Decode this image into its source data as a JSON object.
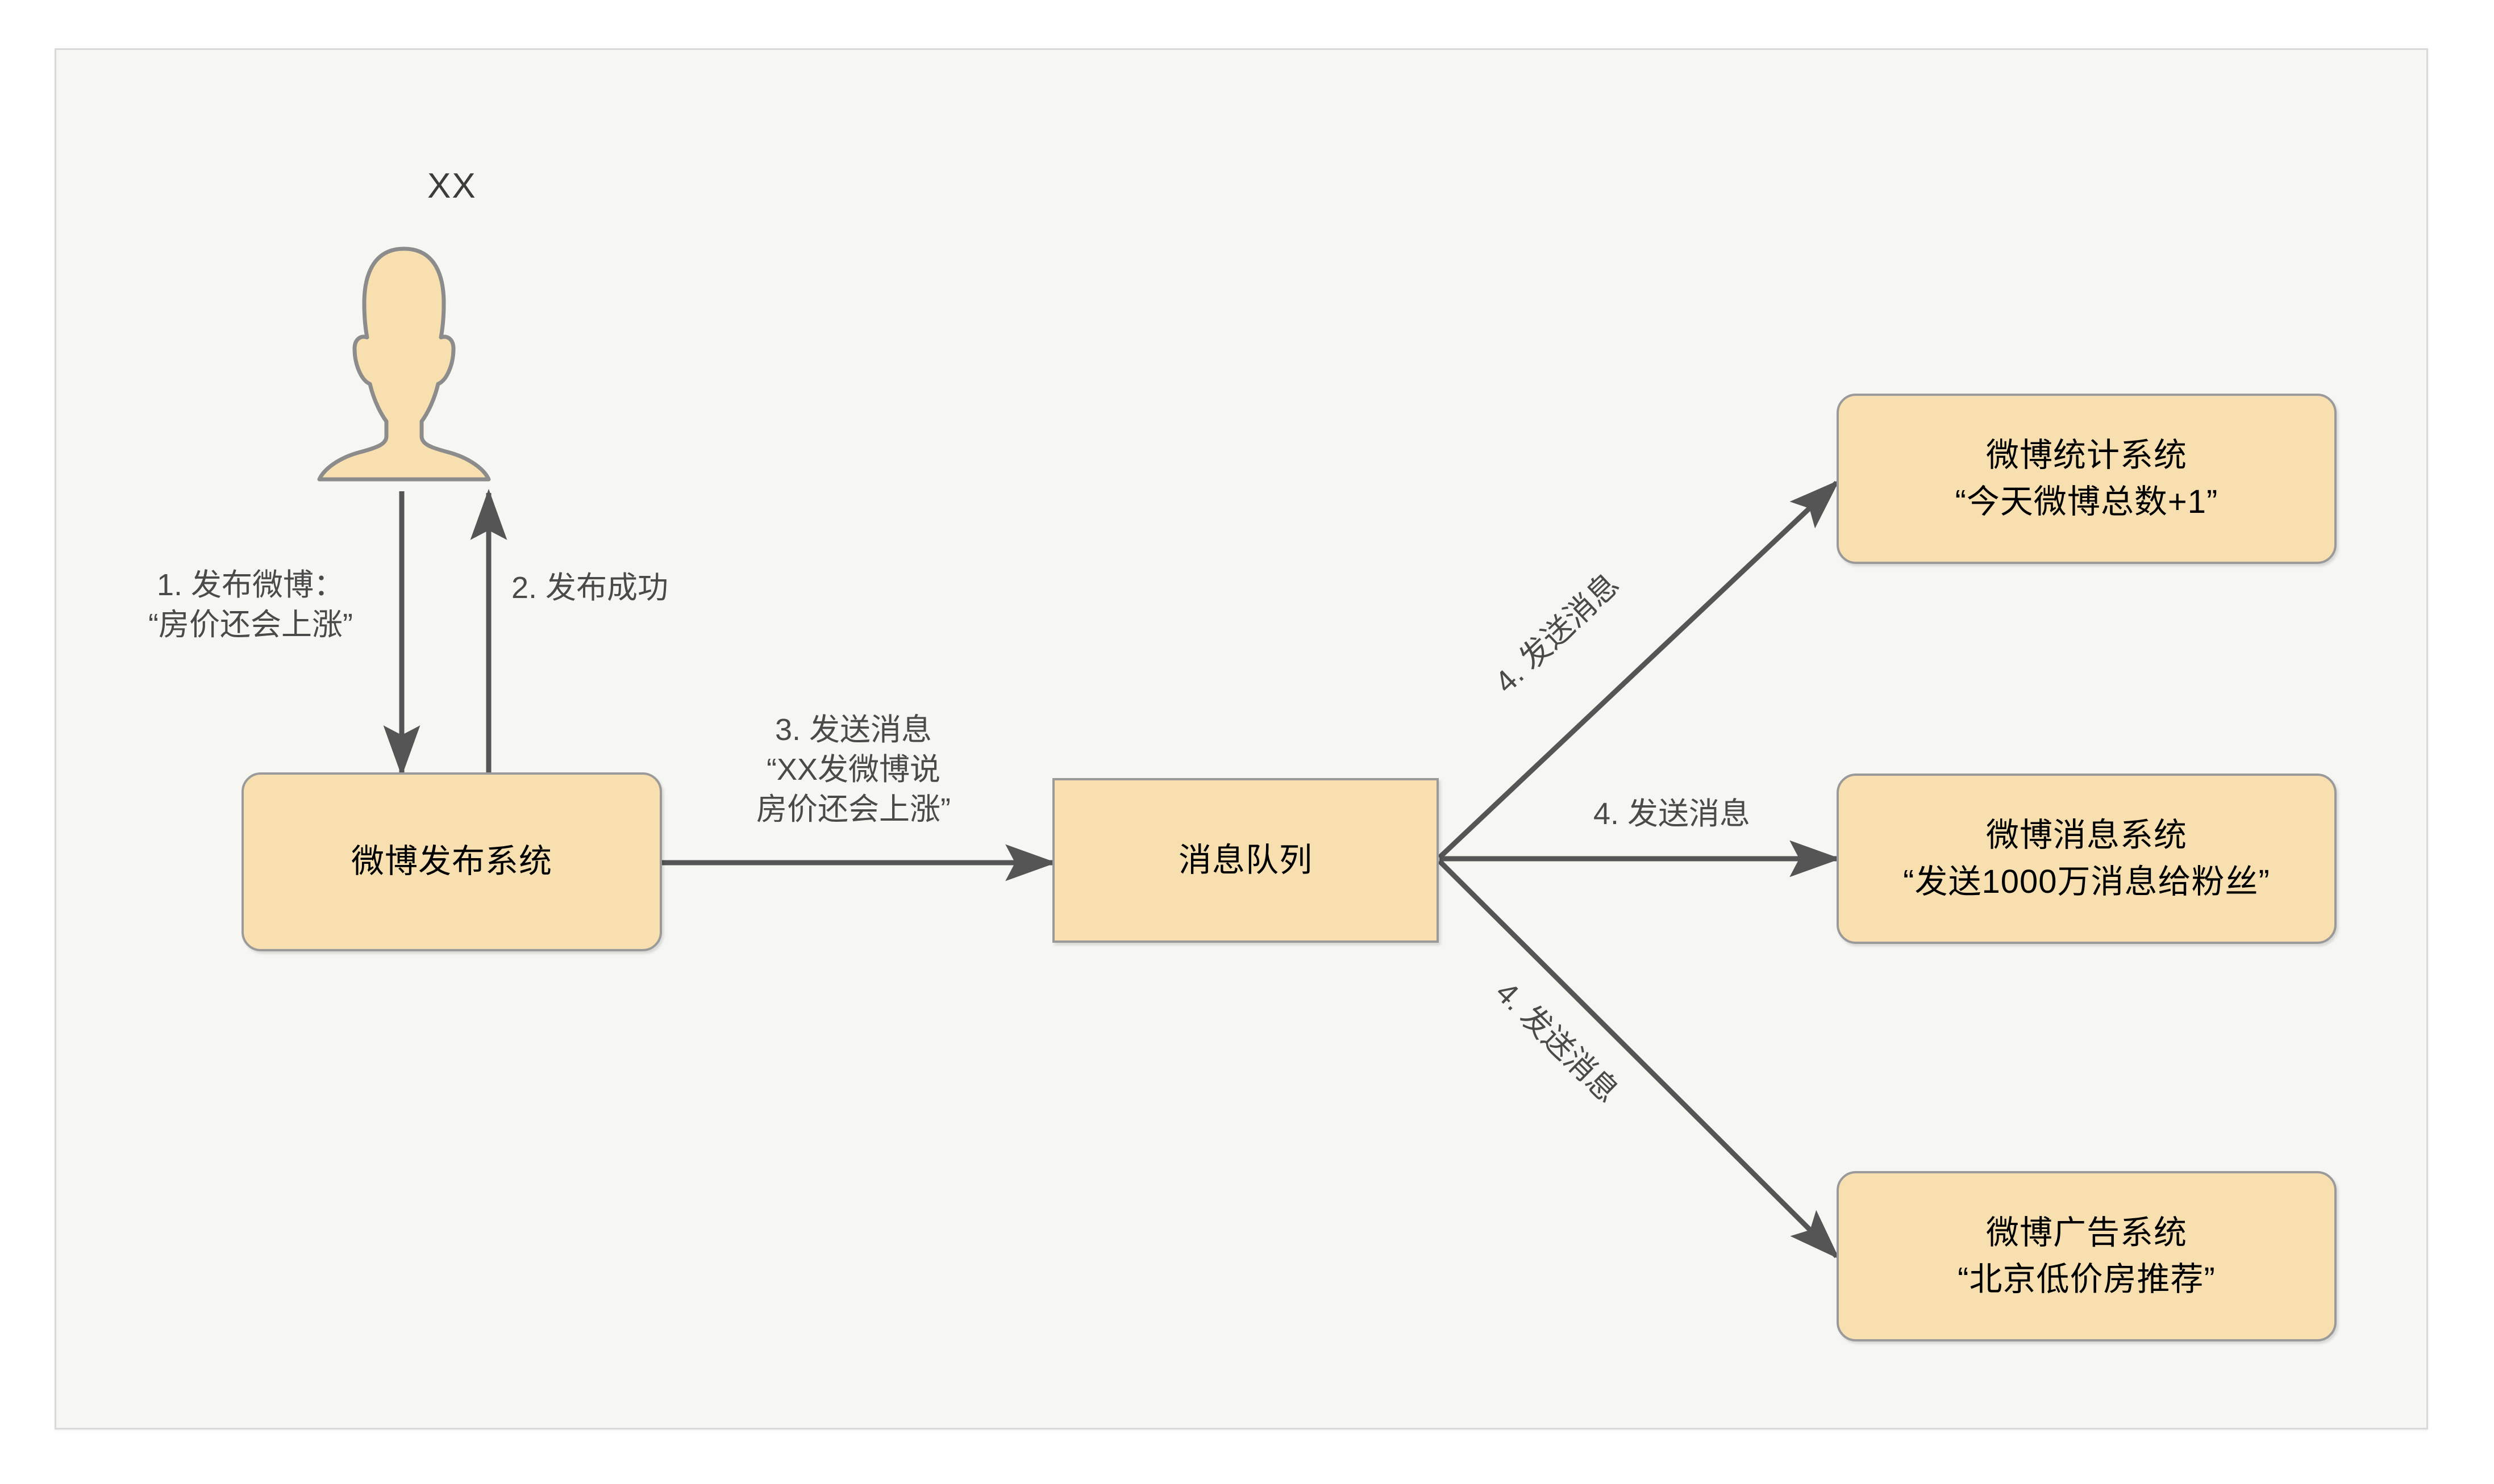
{
  "diagram": {
    "title_text": "",
    "canvas": {
      "background": "#f6f6f2",
      "border_color": "#d9d9d9"
    },
    "colors": {
      "node_fill": "#f7dfb0",
      "node_border": "#9a9a9a",
      "edge_stroke": "#555555",
      "label_text": "#4a4a4a",
      "node_text": "#000000",
      "actor_fill": "#f7dfb0",
      "actor_stroke": "#8c8c8c"
    },
    "actor": {
      "name": "XX",
      "icon": "user-silhouette-icon"
    },
    "nodes": [
      {
        "id": "publish-system",
        "shape": "rounded-rect",
        "lines": [
          "微博发布系统"
        ]
      },
      {
        "id": "message-queue",
        "shape": "rect",
        "lines": [
          "消息队列"
        ]
      },
      {
        "id": "stats-system",
        "shape": "rounded-rect",
        "lines": [
          "微博统计系统",
          "“今天微博总数+1”"
        ]
      },
      {
        "id": "message-system",
        "shape": "rounded-rect",
        "lines": [
          "微博消息系统",
          "“发送1000万消息给粉丝”"
        ]
      },
      {
        "id": "ad-system",
        "shape": "rounded-rect",
        "lines": [
          "微博广告系统",
          "“北京低价房推荐”"
        ]
      }
    ],
    "edges": [
      {
        "id": "edge-1",
        "from": "actor",
        "to": "publish-system",
        "direction": "down",
        "label_lines": [
          "1. 发布微博：",
          "“房价还会上涨”"
        ]
      },
      {
        "id": "edge-2",
        "from": "publish-system",
        "to": "actor",
        "direction": "up",
        "label_lines": [
          "2. 发布成功"
        ]
      },
      {
        "id": "edge-3",
        "from": "publish-system",
        "to": "message-queue",
        "direction": "right",
        "label_lines": [
          "3. 发送消息",
          "“XX发微博说",
          "房价还会上涨”"
        ]
      },
      {
        "id": "edge-4a",
        "from": "message-queue",
        "to": "stats-system",
        "direction": "up-right",
        "label_lines": [
          "4. 发送消息"
        ]
      },
      {
        "id": "edge-4b",
        "from": "message-queue",
        "to": "message-system",
        "direction": "right",
        "label_lines": [
          "4. 发送消息"
        ]
      },
      {
        "id": "edge-4c",
        "from": "message-queue",
        "to": "ad-system",
        "direction": "down-right",
        "label_lines": [
          "4. 发送消息"
        ]
      }
    ]
  }
}
